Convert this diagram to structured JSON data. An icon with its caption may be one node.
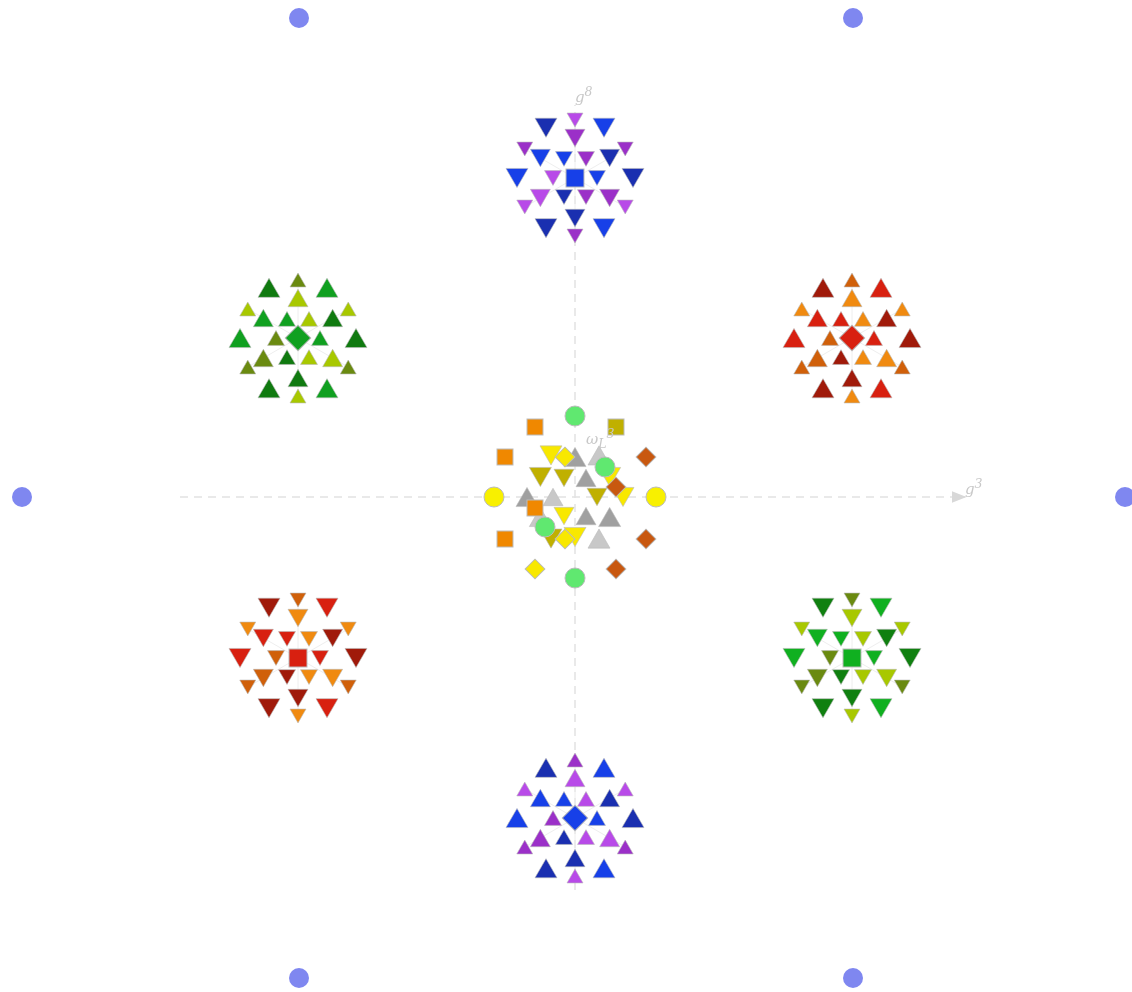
{
  "diagram": {
    "labels": [
      "g$^{8}$",
      "ω$_{L}$$^{3}$",
      "g$^{3}$"
    ]
  }
}
